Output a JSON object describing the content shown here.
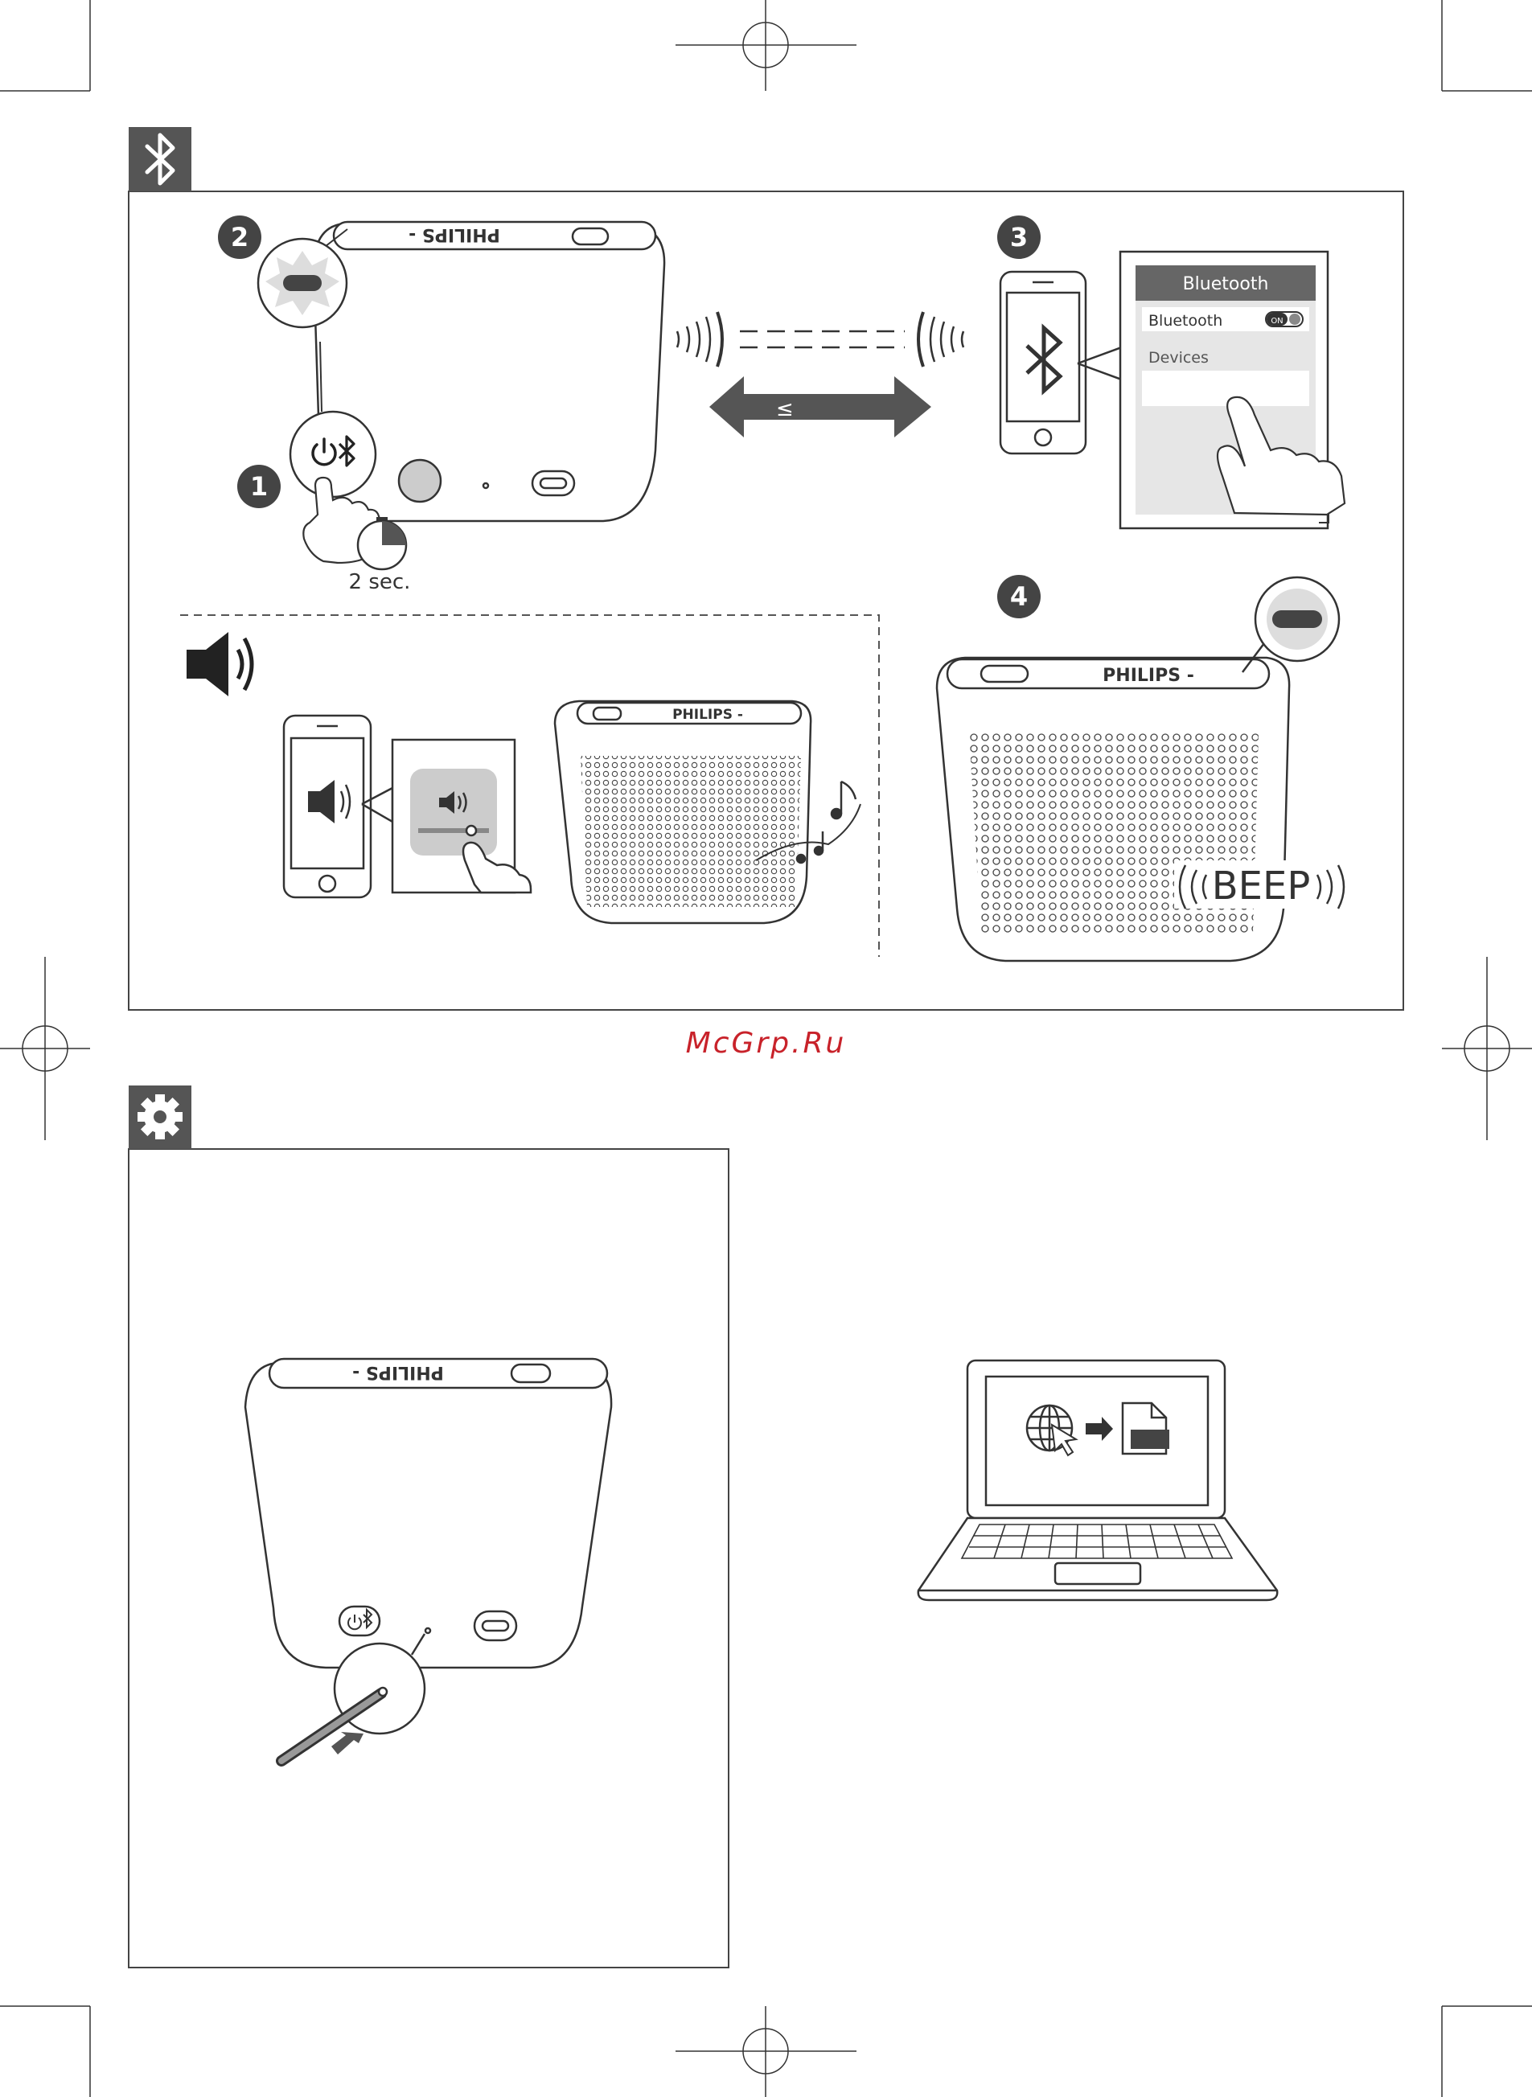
{
  "brand": "PHILIPS",
  "brand_mirrored": "PHILIPS -",
  "timer_label": "2 sec.",
  "steps": [
    "2",
    "3",
    "1",
    "4"
  ],
  "phone_screen": {
    "title": "Bluetooth",
    "bluetooth_row_label": "Bluetooth",
    "toggle_label": "ON",
    "devices_label": "Devices"
  },
  "beep_label": "BEEP",
  "watermark": "McGrp.Ru",
  "colors": {
    "line": "#333333",
    "tab_dark": "#555555",
    "badge": "#444444",
    "watermark": "#c8222a",
    "phone_panel_header": "#666666",
    "phone_panel_bg": "#e6e6e6"
  },
  "icons": {
    "section1": "bluetooth-icon",
    "section2": "gear-icon",
    "volume": "speaker-volume-icon"
  }
}
